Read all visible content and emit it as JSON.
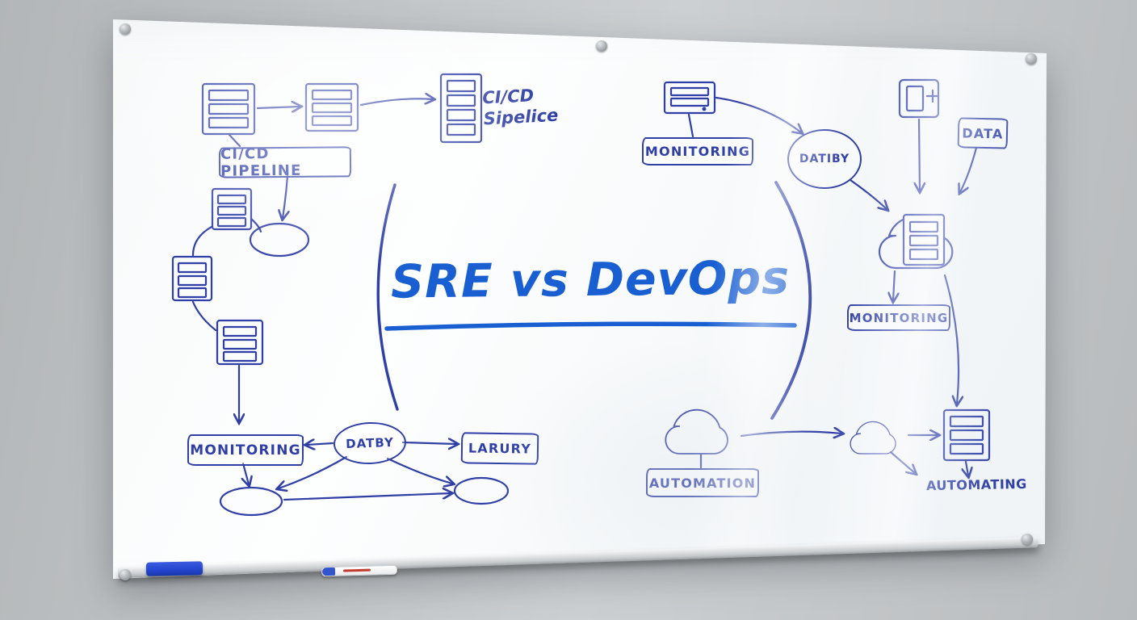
{
  "board": {
    "title": "SRE vs DevOps"
  },
  "left_cluster": {
    "cicd_note_line1": "CI/CD",
    "cicd_note_line2": "Sipelice",
    "pipeline_label": "CI/CD PIPELINE",
    "monitoring_label": "MONITORING",
    "datby_label": "DATBY",
    "larury_label": "LARURY"
  },
  "right_cluster": {
    "monitoring_top_label": "MONITORING",
    "datiby_label": "DATIBY",
    "data_label": "DATA",
    "monitoring_mid_label": "MONITORING",
    "automation_label": "AUTOMATION",
    "automating_label": "AUTOMATING"
  },
  "colors": {
    "ink_blue": "#2f3fa6",
    "title_blue": "#1a5fd2",
    "marker_blue": "#2546d0",
    "marker_red": "#c43b2e",
    "wall_gray": "#bcc0c2"
  },
  "icons": [
    "server-icon",
    "cloud-icon",
    "device-icon",
    "ellipse-node"
  ]
}
